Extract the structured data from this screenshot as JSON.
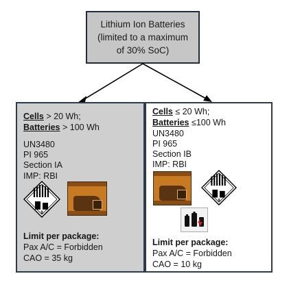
{
  "top_box": {
    "line1": "Lithium Ion Batteries",
    "line2": "(limited to a maximum",
    "line3": "of 30% SoC)"
  },
  "left_panel": {
    "cells_label": "Cells",
    "cells_cond": " > 20 Wh;",
    "batteries_label": "Batteries",
    "batteries_cond": " > 100 Wh",
    "un": "UN3480",
    "pi": "PI 965",
    "section": "Section IA",
    "imp": "IMP: RBI",
    "limit_title": "Limit per package:",
    "pax": "Pax A/C = Forbidden",
    "cao": "CAO = 35 kg",
    "icons": [
      "class-9-lithium-hazard-label-icon",
      "cargo-aircraft-only-label-icon"
    ]
  },
  "right_panel": {
    "cells_label": "Cells",
    "cells_cond": " ≤ 20 Wh;",
    "batteries_label": "Batteries",
    "batteries_cond": " ≤100 Wh",
    "un": "UN3480",
    "pi": "PI 965",
    "section": "Section IB",
    "imp": "IMP: RBI",
    "limit_title": "Limit per package:",
    "pax": "Pax A/C = Forbidden",
    "cao": "CAO = 10 kg",
    "icons": [
      "cargo-aircraft-only-label-icon",
      "class-9-lithium-hazard-label-icon",
      "battery-handling-icon"
    ]
  },
  "colors": {
    "box_border": "#2b3a4e",
    "top_box_fill": "#c6c6c6",
    "left_panel_fill": "#cfcfcf",
    "cao_label_orange": "#c77a22"
  }
}
